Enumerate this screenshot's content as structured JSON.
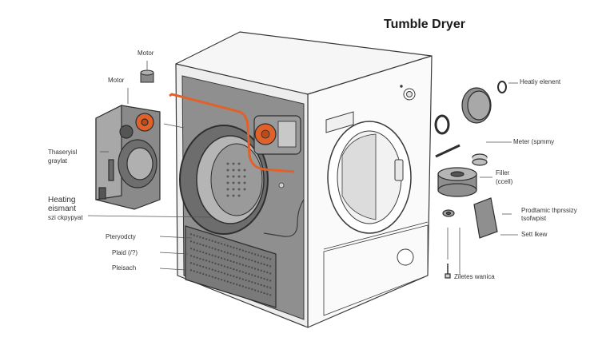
{
  "title": "Tumble Dryer",
  "labels": {
    "motor_top": "Motor",
    "motor_side": "Motor",
    "thermostat": "Thaseryisl",
    "thermostat_sub": "graylat",
    "heating": "Heating",
    "heating_sub": "eismant",
    "heating_sub2": "szi ckpypyat",
    "ptery": "Pteryodcty",
    "plaid": "Plaid (/?)",
    "pleisach": "Pleisach",
    "heating_element_right": "Heatiy elenent",
    "meter_spring": "Meter (spmmy",
    "filter": "Filler",
    "filter_sub": "(ccell)",
    "prodtamic": "Prodtamic thprssizy",
    "tsoufwpist": "tsofwpist",
    "sett": "Sett lkew",
    "zilestes": "Ziletes wanica"
  },
  "colors": {
    "accent": "#e0622a",
    "panel": "#8f8f8f",
    "outline": "#3a3a3a"
  }
}
